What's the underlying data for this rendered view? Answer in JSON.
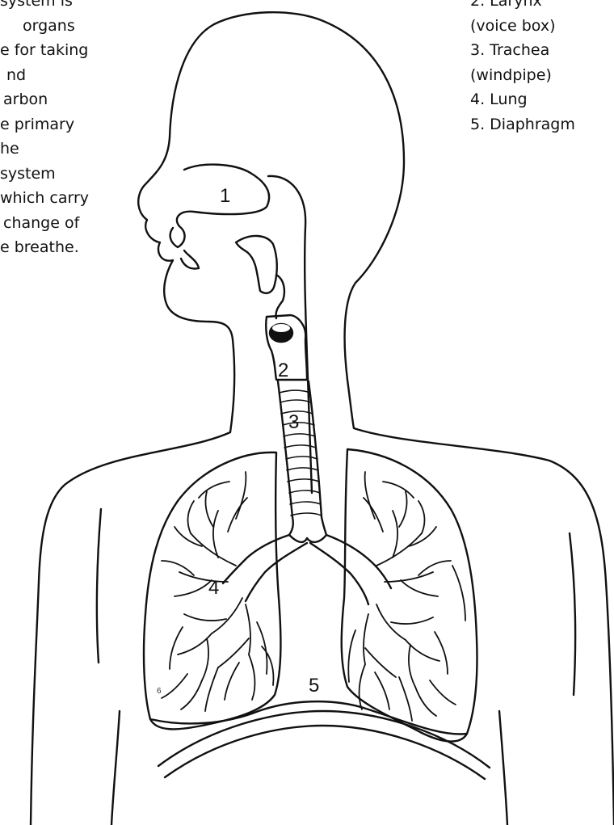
{
  "intro_lines": [
    " system is",
    "organs",
    "e for taking",
    "nd",
    "arbon",
    "e primary",
    "he",
    " system",
    "which carry",
    "change of",
    "e breathe."
  ],
  "legend_lines": [
    "2. Larynx",
    "(voice box)",
    "3. Trachea",
    "(windpipe)",
    "4. Lung",
    "5. Diaphragm"
  ],
  "labels": {
    "nasal": "1",
    "larynx": "2",
    "trachea": "3",
    "lung": "4",
    "diaphragm": "5",
    "small": "6"
  }
}
